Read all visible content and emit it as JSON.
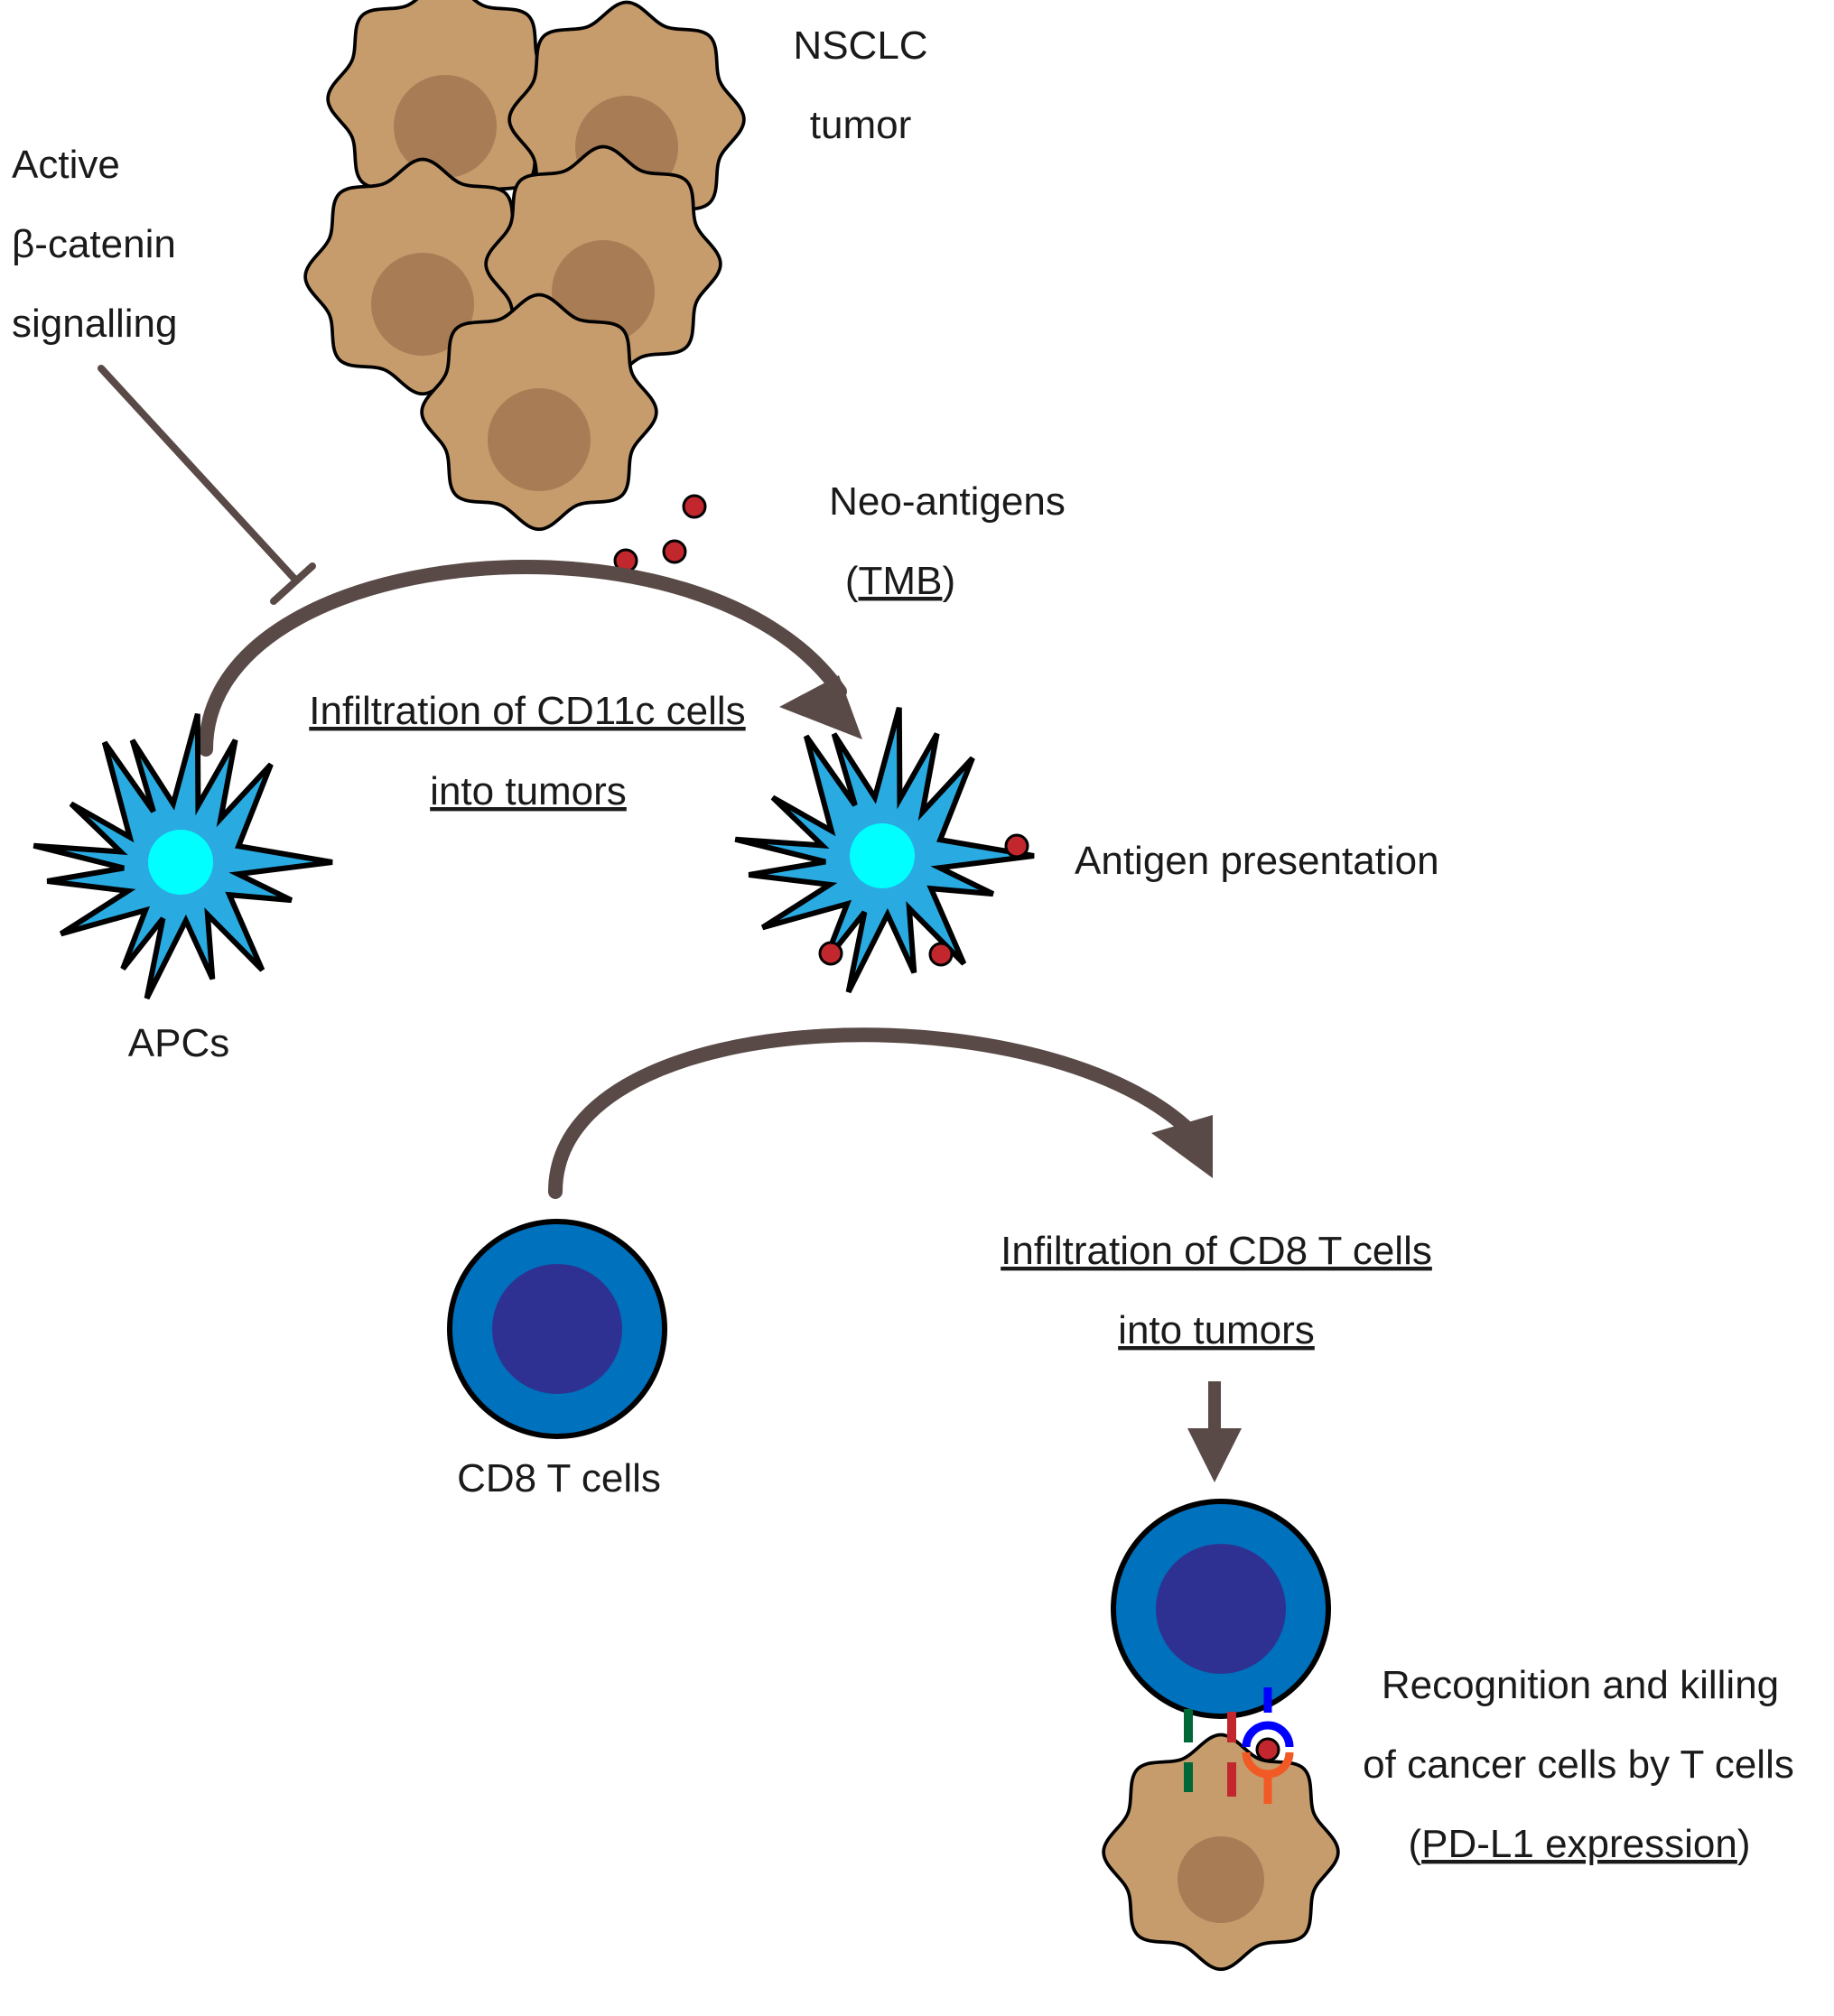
{
  "labels": {
    "tumor_line1": "NSCLC",
    "tumor_line2": "tumor",
    "beta_line1": "Active",
    "beta_line2": "β-catenin",
    "beta_line3": "signalling",
    "neo_line1": "Neo-antigens",
    "neo_line2_open": "(",
    "neo_line2_tmb": "TMB",
    "neo_line2_close": ")",
    "cd11c_line1": "Infiltration of CD11c cells",
    "cd11c_line2": "into tumors",
    "apcs": "APCs",
    "antigen_presentation": "Antigen presentation",
    "cd8_infiltration_line1": "Infiltration of CD8 T cells",
    "cd8_infiltration_line2": "into tumors",
    "cd8_cells": "CD8 T cells",
    "recognition_line1": "Recognition and killing",
    "recognition_line2": "of cancer cells by T cells",
    "recognition_line3_open": "(",
    "recognition_line3_pdl1": "PD-L1 expression",
    "recognition_line3_close": ")"
  },
  "colors": {
    "tumor_fill": "#c69c6d",
    "tumor_nucleus": "#a87c55",
    "apc_fill": "#29abe2",
    "apc_core": "#00ffff",
    "tcell_outer": "#0071bc",
    "tcell_inner": "#2e3192",
    "arrow": "#594a47",
    "antigen": "#c1272d",
    "pd1": "#0000ff",
    "pdl1": "#f15a24",
    "tcr_green": "#006837",
    "tcr_red": "#c1272d"
  }
}
